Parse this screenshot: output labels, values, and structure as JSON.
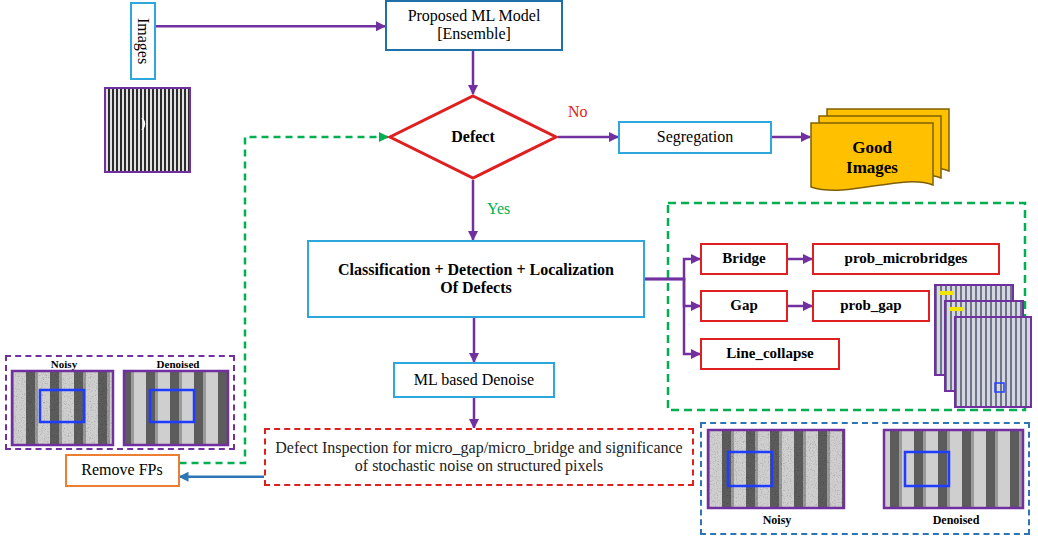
{
  "diagram": {
    "nodes": [
      {
        "text": [
          "Images"
        ]
      },
      {
        "text": [
          "Proposed ML Model [Ensemble]"
        ]
      },
      {
        "text": [
          "Defect"
        ]
      },
      {
        "text": [
          "Segregation"
        ]
      },
      {
        "text": [
          "Good Images"
        ]
      },
      {
        "text": [
          "Classification + Detection + Localization Of Defects"
        ]
      },
      {
        "text": [
          "Bridge"
        ]
      },
      {
        "text": [
          "prob_microbridges"
        ]
      },
      {
        "text": [
          "Gap"
        ]
      },
      {
        "text": [
          "prob_gap"
        ]
      },
      {
        "text": [
          "Line_collapse"
        ]
      },
      {
        "text": [
          "ML based Denoise"
        ]
      },
      {
        "text": [
          "Noisy",
          "Denoised"
        ]
      },
      {
        "text": [
          "Defect Inspection for micro_gap/micro_bridge and significance of stochastic noise on structured pixels"
        ]
      },
      {
        "text": [
          "Remove FPs"
        ]
      },
      {
        "text": [
          "Noisy",
          "Denoised"
        ]
      }
    ],
    "edges": [
      {
        "from": 0,
        "to": 1,
        "arrow": "to"
      },
      {
        "from": 1,
        "to": 2,
        "arrow": "to"
      },
      {
        "from": 2,
        "to": 3,
        "label": "No",
        "arrow": "to"
      },
      {
        "from": 3,
        "to": 4,
        "arrow": "to"
      },
      {
        "from": 2,
        "to": 5,
        "label": "Yes",
        "arrow": "to"
      },
      {
        "from": 5,
        "to": 6,
        "arrow": "to"
      },
      {
        "from": 5,
        "to": 8,
        "arrow": "to"
      },
      {
        "from": 5,
        "to": 10,
        "arrow": "to"
      },
      {
        "from": 6,
        "to": 7,
        "arrow": "to"
      },
      {
        "from": 8,
        "to": 9,
        "arrow": "to"
      },
      {
        "from": 5,
        "to": 11,
        "arrow": "to"
      },
      {
        "from": 11,
        "to": 13,
        "arrow": "to"
      },
      {
        "from": 13,
        "to": 14,
        "arrow": "to"
      },
      {
        "from": 14,
        "to": 2,
        "arrow": "to"
      }
    ]
  }
}
